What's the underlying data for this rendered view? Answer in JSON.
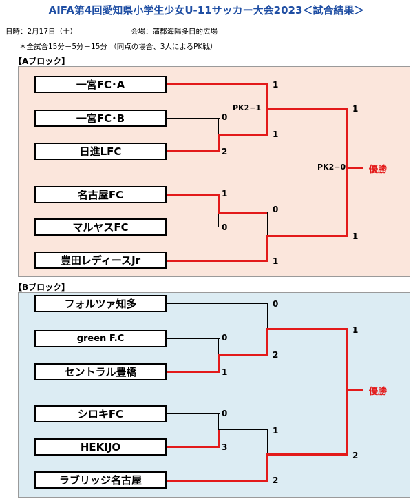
{
  "title": "AIFA第4回愛知県小学生少女U-11サッカー大会2023＜試合結果＞",
  "date_label": "日時：2月17日（土）",
  "venue_label": "会場：蒲郡海陽多目的広場",
  "note": "＊全試合15分－5分－15分 （同点の場合、3人によるPK戦）",
  "colors": {
    "red": "#e31a1a",
    "title_blue": "#1f4ea3",
    "panel_a": "#fbe6dc",
    "panel_b": "#dcecf3"
  },
  "block_a": {
    "label": "【Aブロック】",
    "teams": [
      "一宮FC･A",
      "一宮FC･B",
      "日進LFC",
      "名古屋FC",
      "マルヤスFC",
      "豊田レディースJr"
    ],
    "scores": {
      "ichinomiya_b": "0",
      "nisshin": "2",
      "ichinomiya_a": "1",
      "winner_top": "1",
      "pk_top": "PK2−1",
      "nagoya": "1",
      "maruyasu": "0",
      "winner_mid": "0",
      "toyota": "1",
      "final_top": "1",
      "final_bottom": "1",
      "pk_final": "PK2−0"
    },
    "champion": "優勝"
  },
  "block_b": {
    "label": "【Bブロック】",
    "teams": [
      "フォルツァ知多",
      "green F.C",
      "セントラル豊橋",
      "シロキFC",
      "HEKIJO",
      "ラブリッジ名古屋"
    ],
    "scores": {
      "forza": "0",
      "green": "0",
      "central": "1",
      "winner_top": "2",
      "shiroki": "0",
      "hekijo": "3",
      "winner_mid": "1",
      "lovridge": "2",
      "final_top": "1",
      "final_bottom": "2"
    },
    "champion": "優勝"
  }
}
